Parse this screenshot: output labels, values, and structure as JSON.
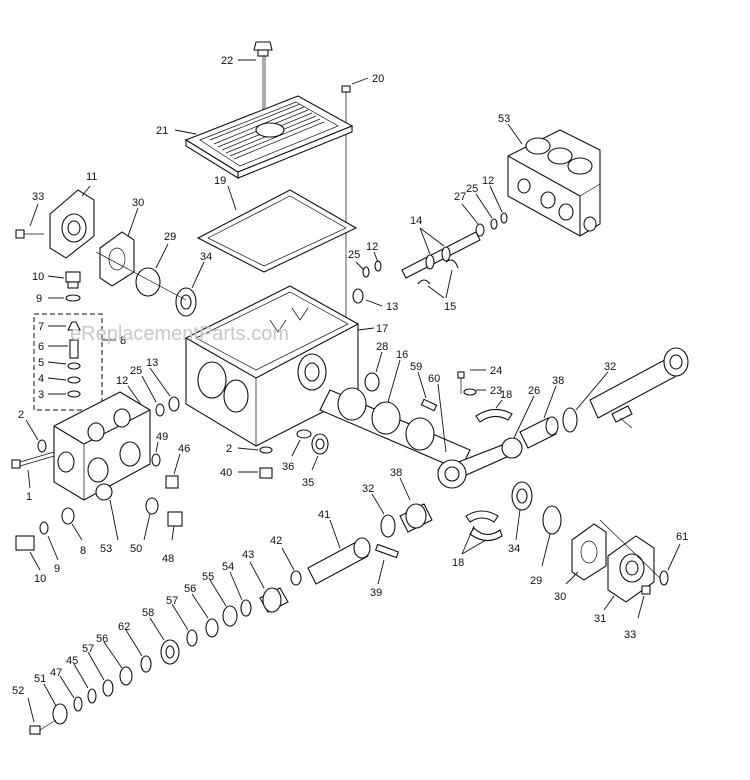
{
  "watermark": "eReplacementParts.com",
  "callouts": {
    "c1": "1",
    "c2a": "2",
    "c2b": "2",
    "c3": "3",
    "c4": "4",
    "c5": "5",
    "c6": "6",
    "c7": "7",
    "c8a": "8",
    "c8b": "8",
    "c9a": "9",
    "c9b": "9",
    "c10a": "10",
    "c10b": "10",
    "c11": "11",
    "c12a": "12",
    "c12b": "12",
    "c12c": "12",
    "c13a": "13",
    "c13b": "13",
    "c14": "14",
    "c15": "15",
    "c16": "16",
    "c17": "17",
    "c18a": "18",
    "c18b": "18",
    "c19": "19",
    "c20": "20",
    "c21": "21",
    "c22": "22",
    "c23": "23",
    "c24": "24",
    "c25a": "25",
    "c25b": "25",
    "c25c": "25",
    "c26": "26",
    "c27": "27",
    "c28": "28",
    "c29a": "29",
    "c29b": "29",
    "c30a": "30",
    "c30b": "30",
    "c31": "31",
    "c32a": "32",
    "c32b": "32",
    "c33a": "33",
    "c33b": "33",
    "c34a": "34",
    "c34b": "34",
    "c35": "35",
    "c36": "36",
    "c38a": "38",
    "c38b": "38",
    "c39": "39",
    "c40": "40",
    "c41": "41",
    "c42": "42",
    "c43": "43",
    "c45": "45",
    "c46": "46",
    "c47": "47",
    "c48": "48",
    "c49": "49",
    "c50": "50",
    "c51": "51",
    "c52": "52",
    "c53a": "53",
    "c53b": "53",
    "c54": "54",
    "c55": "55",
    "c56a": "56",
    "c56b": "56",
    "c57a": "57",
    "c57b": "57",
    "c58": "58",
    "c59": "59",
    "c60": "60",
    "c61": "61",
    "c62": "62"
  }
}
